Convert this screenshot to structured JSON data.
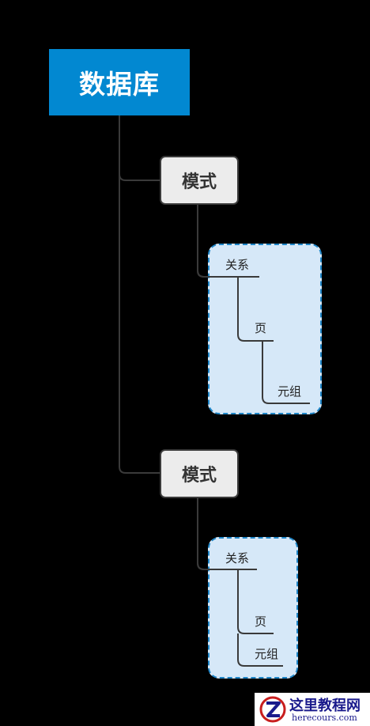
{
  "root": {
    "label": "数据库"
  },
  "schemas": [
    {
      "label": "模式",
      "relation": {
        "label": "关系"
      },
      "page": {
        "label": "页"
      },
      "tuple": {
        "label": "元组"
      }
    },
    {
      "label": "模式",
      "relation": {
        "label": "关系"
      },
      "page": {
        "label": "页"
      },
      "tuple": {
        "label": "元组"
      }
    }
  ],
  "watermark": {
    "title": "这里教程网",
    "url": "herecours.com",
    "logo_icon": "z-logo-icon"
  },
  "colors": {
    "background": "#000000",
    "root_fill": "#0288d1",
    "node_fill": "#ececec",
    "group_fill": "#d6e8f8",
    "group_border": "#1f86c8",
    "connector": "#3a3a3a"
  }
}
